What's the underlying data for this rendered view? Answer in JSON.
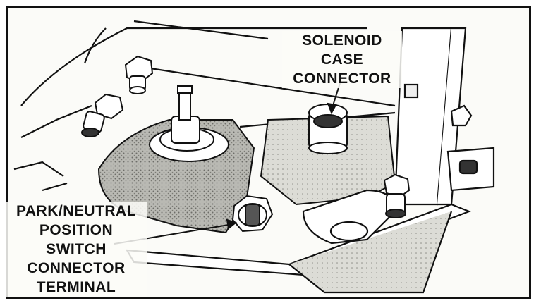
{
  "callouts": {
    "solenoid": [
      "SOLENOID",
      "CASE",
      "CONNECTOR"
    ],
    "park_neutral": [
      "PARK/NEUTRAL",
      "POSITION",
      "SWITCH",
      "CONNECTOR",
      "TERMINAL"
    ]
  },
  "colors": {
    "ink": "#111111",
    "background": "#fbfbf8",
    "shading": "#9a9a94"
  }
}
